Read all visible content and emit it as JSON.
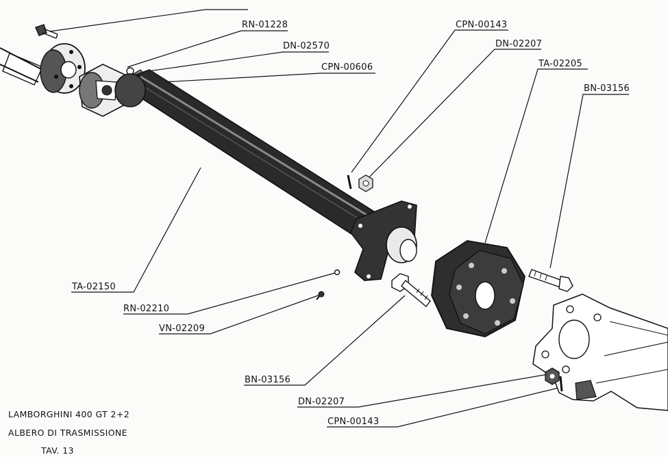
{
  "colors": {
    "background": "#fbfbfa",
    "ink": "#111111",
    "shaft_dark": "#2a2a2a",
    "paper": "#ffffff"
  },
  "callouts": [
    {
      "id": "rn-01228",
      "text": "RN-01228"
    },
    {
      "id": "dn-02570",
      "text": "DN-02570"
    },
    {
      "id": "cpn-00606",
      "text": "CPN-00606"
    },
    {
      "id": "cpn-00143-top",
      "text": "CPN-00143"
    },
    {
      "id": "dn-02207-top",
      "text": "DN-02207"
    },
    {
      "id": "ta-02205",
      "text": "TA-02205"
    },
    {
      "id": "bn-03156-right",
      "text": "BN-03156"
    },
    {
      "id": "ta-02150",
      "text": "TA-02150"
    },
    {
      "id": "rn-02210",
      "text": "RN-02210"
    },
    {
      "id": "vn-02209",
      "text": "VN-02209"
    },
    {
      "id": "bn-03156-bottom",
      "text": "BN-03156"
    },
    {
      "id": "dn-02207-bottom",
      "text": "DN-02207"
    },
    {
      "id": "cpn-00143-bottom",
      "text": "CPN-00143"
    }
  ],
  "caption": {
    "line1": "LAMBORGHINI 400 GT 2+2",
    "line2": "ALBERO DI TRASMISSIONE",
    "line3": "TAV. 13"
  }
}
